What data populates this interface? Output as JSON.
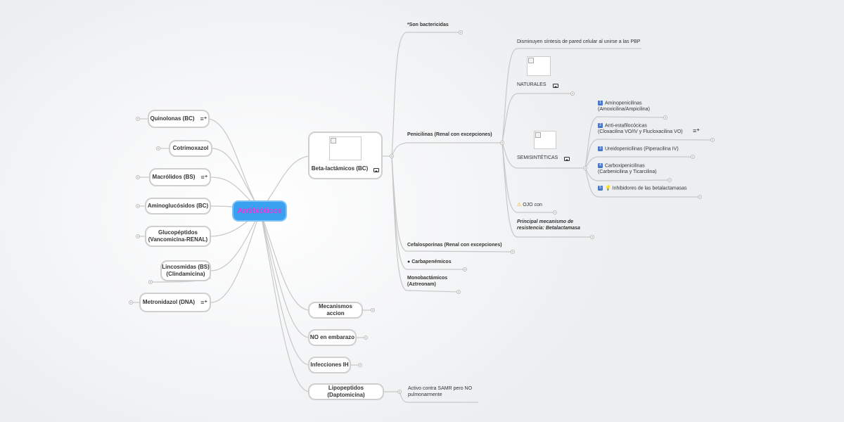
{
  "root": {
    "label": "Antibióticos"
  },
  "left_nodes": [
    {
      "label": "Quinolonas (BC)",
      "has_notes": true
    },
    {
      "label": "Cotrimoxazol",
      "has_notes": false
    },
    {
      "label": "Macrólidos (BS)",
      "has_notes": true
    },
    {
      "label": "Aminoglucósidos (BC)",
      "has_notes": false
    },
    {
      "label_lines": [
        "Glucopéptidos",
        "(Vancomicina-RENAL)"
      ],
      "has_notes": false
    },
    {
      "label_lines": [
        "Lincosmidas (BS)",
        "(Clindamicina)"
      ],
      "has_notes": false
    },
    {
      "label": "Metronidazol (DNA)",
      "has_notes": true
    }
  ],
  "right_nodes": {
    "beta": {
      "label": "Beta-lactámicos (BC)"
    },
    "mecanismos": {
      "label": "Mecanismos accion"
    },
    "embarazo": {
      "label": "NO en embarazo"
    },
    "infecciones": {
      "label": "Infecciones IH"
    },
    "lipopeptidos": {
      "label": "Lipopeptidos (Daptomicina)"
    }
  },
  "beta_children": {
    "bactericidas": "*Son bactericidas",
    "penicilinas": "Penicilinas (Renal con excepciones)",
    "cefalosporinas": "Cefalosporinas (Renal con excepciones)",
    "carbapenemicos": "Carbapenémicos",
    "carbapenemicos_icon": "bomb-icon",
    "monobactamicos": [
      "Monobactámicos",
      "(Aztreonam)"
    ]
  },
  "penicilinas_children": {
    "disminuyen": "Disminuyen síntesis de pared celular al unirse a las PBP",
    "naturales": "NATURALES",
    "semisinteticas": "SEMISINTÉTICAS",
    "ojo": "OJO con",
    "ojo_icon": "warning-icon",
    "mecanismo": [
      "Principal mecanismo de",
      "resistencia: Betalactamasa"
    ]
  },
  "semisinteticas_children": [
    {
      "badge": "1",
      "lines": [
        "Aminopenicilinas",
        "(Amoxicilina/Ampicilina)"
      ]
    },
    {
      "badge": "2",
      "lines": [
        "Anti-estafilocócicas",
        "(Cloxacilina VO/IV y Flucloxacilina VO)"
      ],
      "has_notes": true
    },
    {
      "badge": "3",
      "lines": [
        "Ureidopenicilinas (Piperacilina IV)"
      ]
    },
    {
      "badge": "4",
      "lines": [
        "Carboxipenicilinas",
        "(Carbenicilina y Ticarcilina)"
      ]
    },
    {
      "badge": "5",
      "lines": [
        "Inhibidores de las betalactamasas"
      ],
      "icon": "lightbulb-icon"
    }
  ],
  "lipopeptidos_child": [
    "Activo contra SAMR pero NO",
    "pulmonarmente"
  ],
  "colors": {
    "root_fill": "#3aa0f0",
    "root_text": "#e23bd6",
    "link": "#c8c8c8",
    "node_border": "#cfcfcf",
    "badge": "#4a78c8"
  }
}
